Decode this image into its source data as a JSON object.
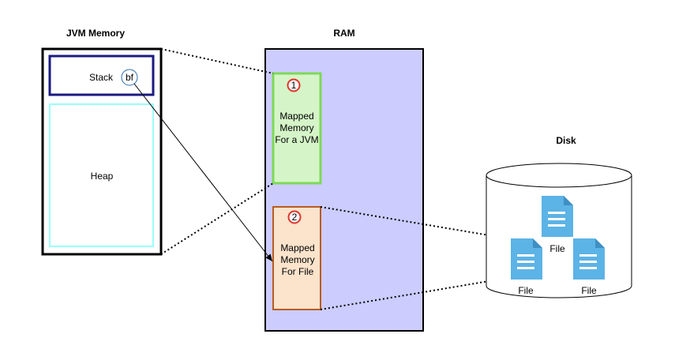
{
  "jvm": {
    "title": "JVM Memory",
    "stack_label": "Stack",
    "bf_label": "bf",
    "heap_label": "Heap"
  },
  "ram": {
    "title": "RAM",
    "jvm_region": {
      "number": "1",
      "lines": [
        "Mapped",
        "Memory",
        "For a JVM"
      ]
    },
    "file_region": {
      "number": "2",
      "lines": [
        "Mapped",
        "Memory",
        "For File"
      ]
    }
  },
  "disk": {
    "title": "Disk",
    "files": [
      "File",
      "File",
      "File"
    ]
  },
  "colors": {
    "stack_border": "#1a1a80",
    "heap_border": "#99ffff",
    "ram_fill": "#ccccff",
    "jvm_region_fill": "#d5f5c8",
    "jvm_region_border": "#7ed957",
    "file_region_fill": "#fbe3cc",
    "file_region_border": "#b85c1f",
    "badge_border": "#e0352b",
    "file_icon": "#5cb3e6"
  }
}
